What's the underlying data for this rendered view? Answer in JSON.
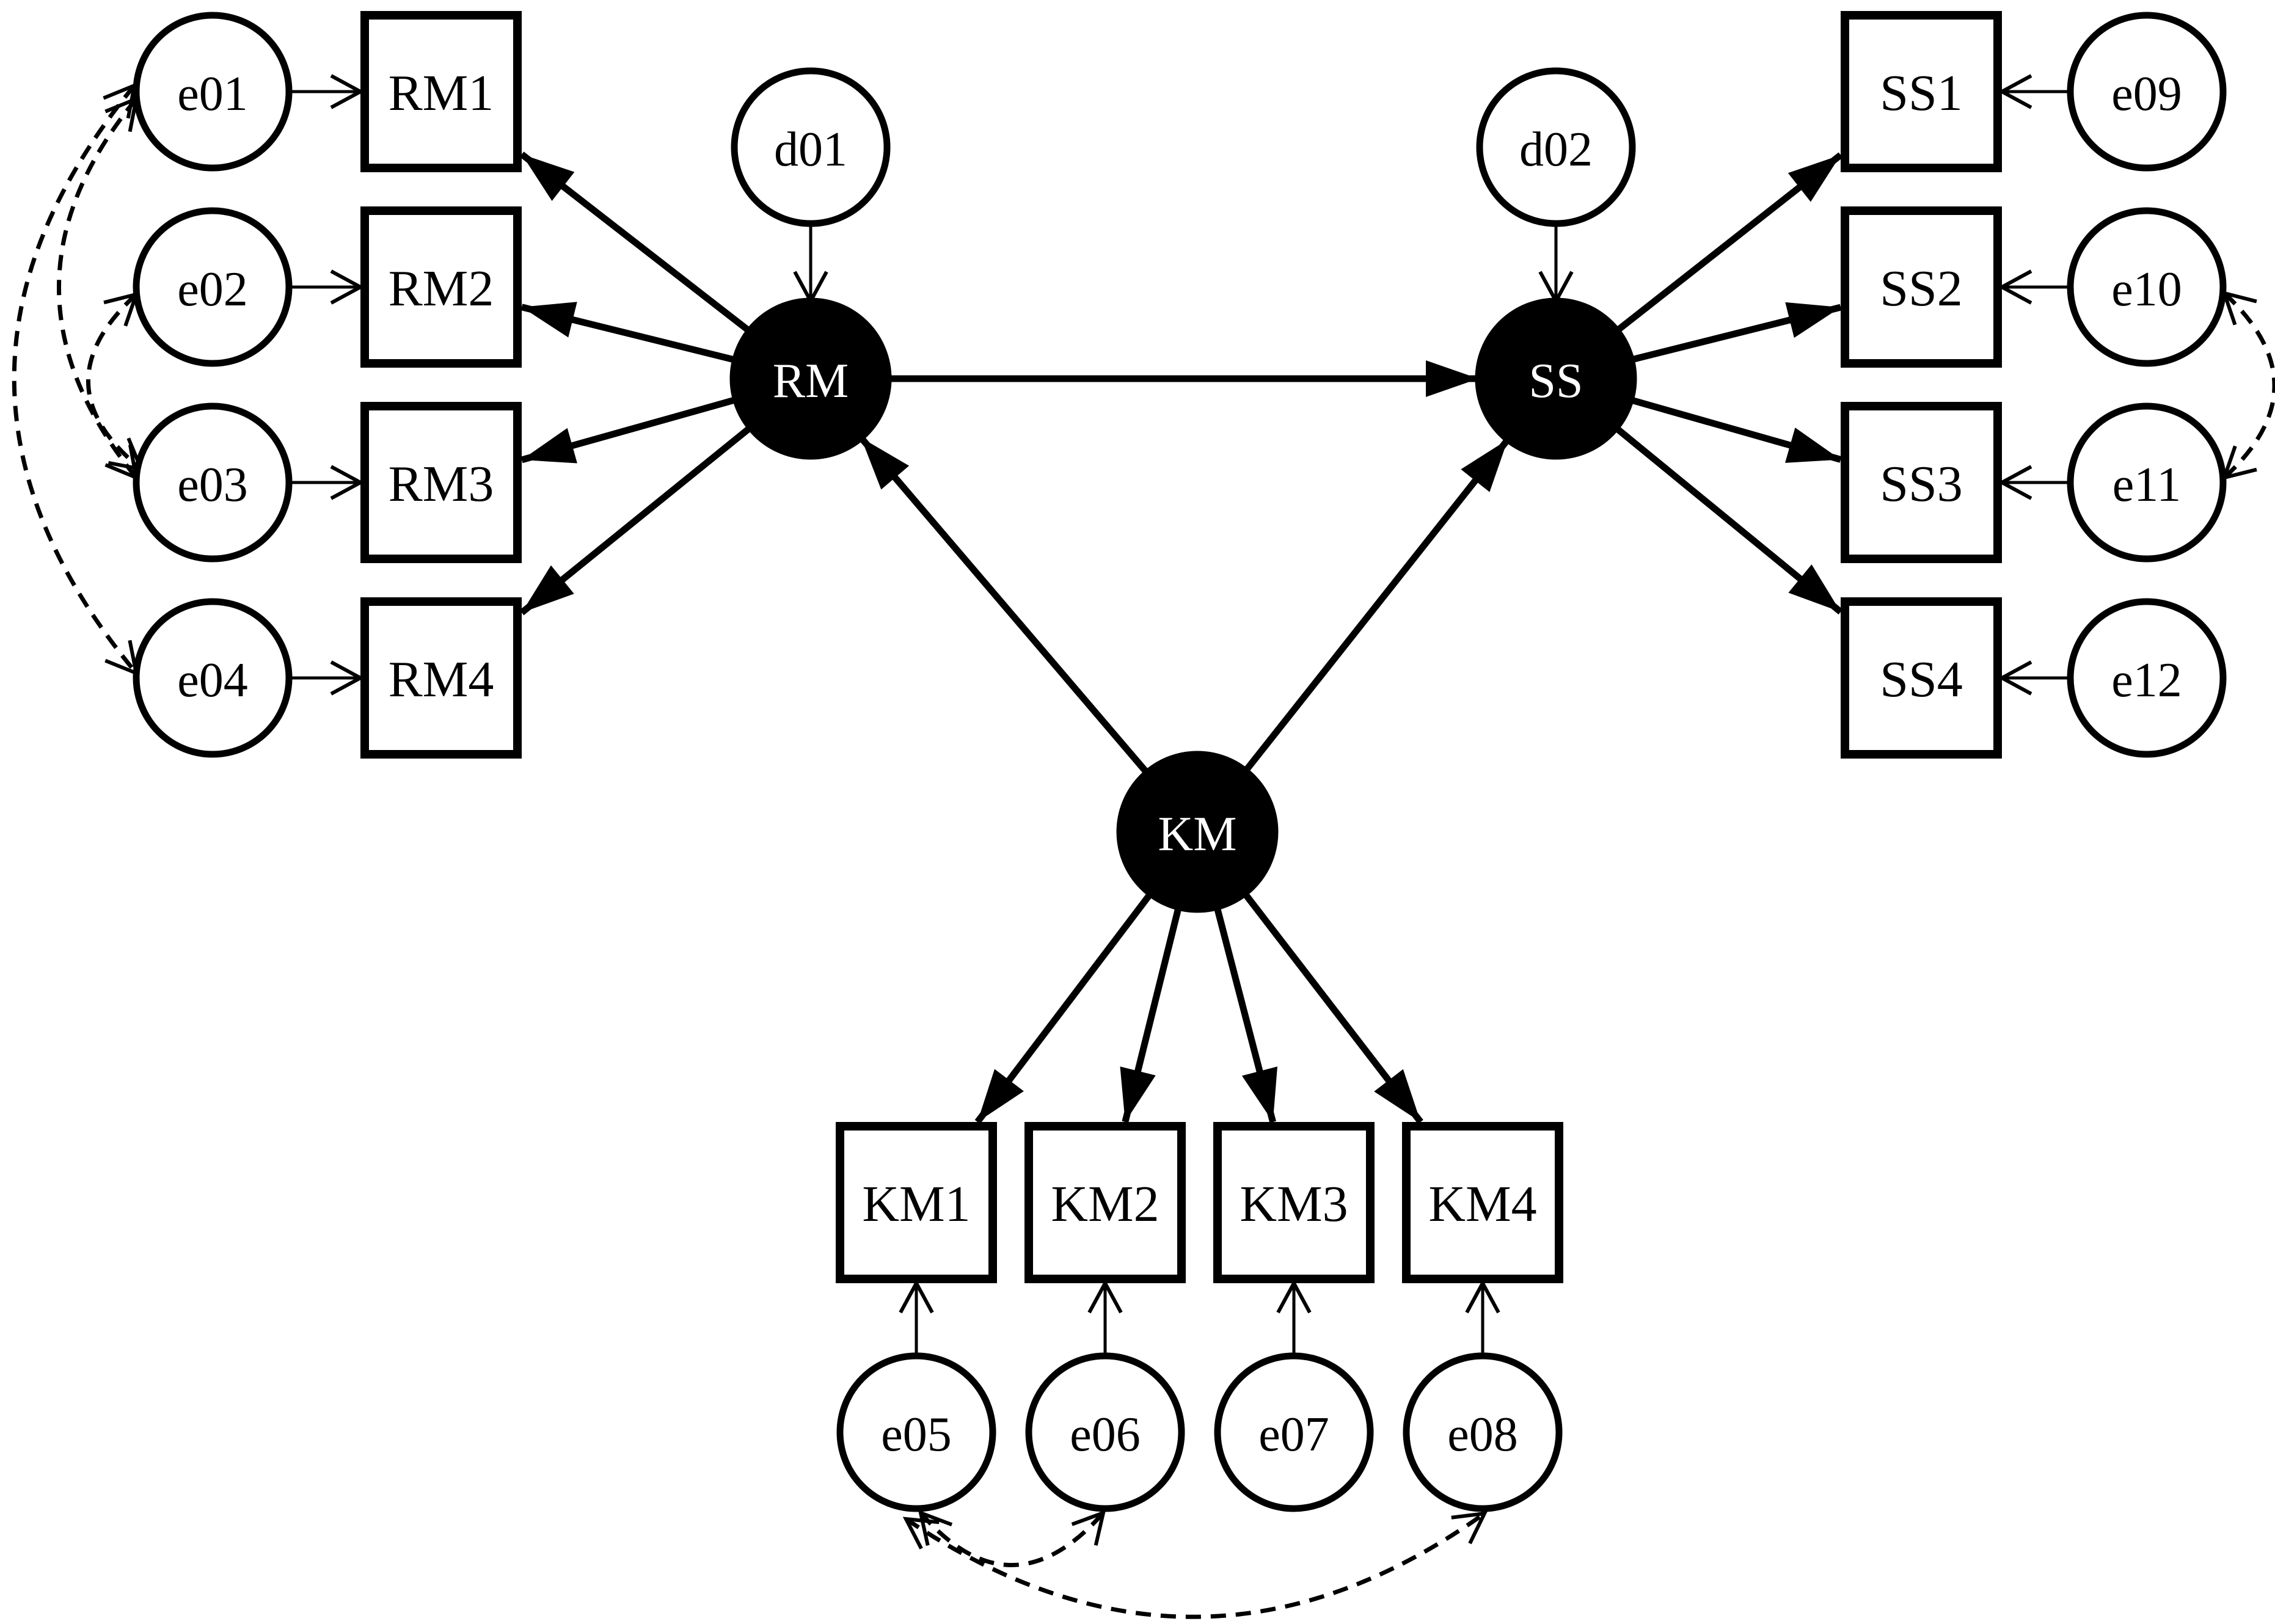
{
  "diagram": {
    "type": "structural-equation-model-path-diagram",
    "colors": {
      "background": "#ffffff",
      "line": "#000000",
      "node_fill": "#ffffff",
      "node_stroke": "#000000",
      "latent_fill": "#000000",
      "latent_text": "#ffffff",
      "text": "#000000"
    },
    "nodes": [
      {
        "id": "e01",
        "label": "e01",
        "shape": "circle",
        "kind": "error"
      },
      {
        "id": "e02",
        "label": "e02",
        "shape": "circle",
        "kind": "error"
      },
      {
        "id": "e03",
        "label": "e03",
        "shape": "circle",
        "kind": "error"
      },
      {
        "id": "e04",
        "label": "e04",
        "shape": "circle",
        "kind": "error"
      },
      {
        "id": "RM1",
        "label": "RM1",
        "shape": "square",
        "kind": "indicator"
      },
      {
        "id": "RM2",
        "label": "RM2",
        "shape": "square",
        "kind": "indicator"
      },
      {
        "id": "RM3",
        "label": "RM3",
        "shape": "square",
        "kind": "indicator"
      },
      {
        "id": "RM4",
        "label": "RM4",
        "shape": "square",
        "kind": "indicator"
      },
      {
        "id": "d01",
        "label": "d01",
        "shape": "circle",
        "kind": "disturbance"
      },
      {
        "id": "d02",
        "label": "d02",
        "shape": "circle",
        "kind": "disturbance"
      },
      {
        "id": "RM",
        "label": "RM",
        "shape": "circle",
        "kind": "latent",
        "fill": "black"
      },
      {
        "id": "SS",
        "label": "SS",
        "shape": "circle",
        "kind": "latent",
        "fill": "black"
      },
      {
        "id": "KM",
        "label": "KM",
        "shape": "circle",
        "kind": "latent",
        "fill": "black"
      },
      {
        "id": "SS1",
        "label": "SS1",
        "shape": "square",
        "kind": "indicator"
      },
      {
        "id": "SS2",
        "label": "SS2",
        "shape": "square",
        "kind": "indicator"
      },
      {
        "id": "SS3",
        "label": "SS3",
        "shape": "square",
        "kind": "indicator"
      },
      {
        "id": "SS4",
        "label": "SS4",
        "shape": "square",
        "kind": "indicator"
      },
      {
        "id": "e09",
        "label": "e09",
        "shape": "circle",
        "kind": "error"
      },
      {
        "id": "e10",
        "label": "e10",
        "shape": "circle",
        "kind": "error"
      },
      {
        "id": "e11",
        "label": "e11",
        "shape": "circle",
        "kind": "error"
      },
      {
        "id": "e12",
        "label": "e12",
        "shape": "circle",
        "kind": "error"
      },
      {
        "id": "KM1",
        "label": "KM1",
        "shape": "square",
        "kind": "indicator"
      },
      {
        "id": "KM2",
        "label": "KM2",
        "shape": "square",
        "kind": "indicator"
      },
      {
        "id": "KM3",
        "label": "KM3",
        "shape": "square",
        "kind": "indicator"
      },
      {
        "id": "KM4",
        "label": "KM4",
        "shape": "square",
        "kind": "indicator"
      },
      {
        "id": "e05",
        "label": "e05",
        "shape": "circle",
        "kind": "error"
      },
      {
        "id": "e06",
        "label": "e06",
        "shape": "circle",
        "kind": "error"
      },
      {
        "id": "e07",
        "label": "e07",
        "shape": "circle",
        "kind": "error"
      },
      {
        "id": "e08",
        "label": "e08",
        "shape": "circle",
        "kind": "error"
      }
    ],
    "edges": [
      {
        "from": "e01",
        "to": "RM1",
        "style": "thin",
        "head": "open"
      },
      {
        "from": "e02",
        "to": "RM2",
        "style": "thin",
        "head": "open"
      },
      {
        "from": "e03",
        "to": "RM3",
        "style": "thin",
        "head": "open"
      },
      {
        "from": "e04",
        "to": "RM4",
        "style": "thin",
        "head": "open"
      },
      {
        "from": "e05",
        "to": "KM1",
        "style": "thin",
        "head": "open"
      },
      {
        "from": "e06",
        "to": "KM2",
        "style": "thin",
        "head": "open"
      },
      {
        "from": "e07",
        "to": "KM3",
        "style": "thin",
        "head": "open"
      },
      {
        "from": "e08",
        "to": "KM4",
        "style": "thin",
        "head": "open"
      },
      {
        "from": "e09",
        "to": "SS1",
        "style": "thin",
        "head": "open"
      },
      {
        "from": "e10",
        "to": "SS2",
        "style": "thin",
        "head": "open"
      },
      {
        "from": "e11",
        "to": "SS3",
        "style": "thin",
        "head": "open"
      },
      {
        "from": "e12",
        "to": "SS4",
        "style": "thin",
        "head": "open"
      },
      {
        "from": "d01",
        "to": "RM",
        "style": "thin",
        "head": "open"
      },
      {
        "from": "d02",
        "to": "SS",
        "style": "thin",
        "head": "open"
      },
      {
        "from": "RM",
        "to": "RM1",
        "style": "thick",
        "head": "filled"
      },
      {
        "from": "RM",
        "to": "RM2",
        "style": "thick",
        "head": "filled"
      },
      {
        "from": "RM",
        "to": "RM3",
        "style": "thick",
        "head": "filled"
      },
      {
        "from": "RM",
        "to": "RM4",
        "style": "thick",
        "head": "filled"
      },
      {
        "from": "SS",
        "to": "SS1",
        "style": "thick",
        "head": "filled"
      },
      {
        "from": "SS",
        "to": "SS2",
        "style": "thick",
        "head": "filled"
      },
      {
        "from": "SS",
        "to": "SS3",
        "style": "thick",
        "head": "filled"
      },
      {
        "from": "SS",
        "to": "SS4",
        "style": "thick",
        "head": "filled"
      },
      {
        "from": "KM",
        "to": "KM1",
        "style": "thick",
        "head": "filled"
      },
      {
        "from": "KM",
        "to": "KM2",
        "style": "thick",
        "head": "filled"
      },
      {
        "from": "KM",
        "to": "KM3",
        "style": "thick",
        "head": "filled"
      },
      {
        "from": "KM",
        "to": "KM4",
        "style": "thick",
        "head": "filled"
      },
      {
        "from": "RM",
        "to": "SS",
        "style": "thick",
        "head": "filled"
      },
      {
        "from": "KM",
        "to": "RM",
        "style": "thick",
        "head": "filled"
      },
      {
        "from": "KM",
        "to": "SS",
        "style": "thick",
        "head": "filled"
      }
    ],
    "covariances": [
      {
        "between": [
          "e01",
          "e03"
        ],
        "style": "dashed",
        "heads": "both",
        "side": "left"
      },
      {
        "between": [
          "e01",
          "e04"
        ],
        "style": "dashed",
        "heads": "both",
        "side": "left-outer"
      },
      {
        "between": [
          "e02",
          "e03"
        ],
        "style": "dashed",
        "heads": "both",
        "side": "left-inner"
      },
      {
        "between": [
          "e10",
          "e11"
        ],
        "style": "dashed",
        "heads": "both",
        "side": "right"
      },
      {
        "between": [
          "e05",
          "e06"
        ],
        "style": "dashed",
        "heads": "both",
        "side": "bottom-inner"
      },
      {
        "between": [
          "e05",
          "e08"
        ],
        "style": "dashed",
        "heads": "both",
        "side": "bottom-outer"
      }
    ]
  }
}
